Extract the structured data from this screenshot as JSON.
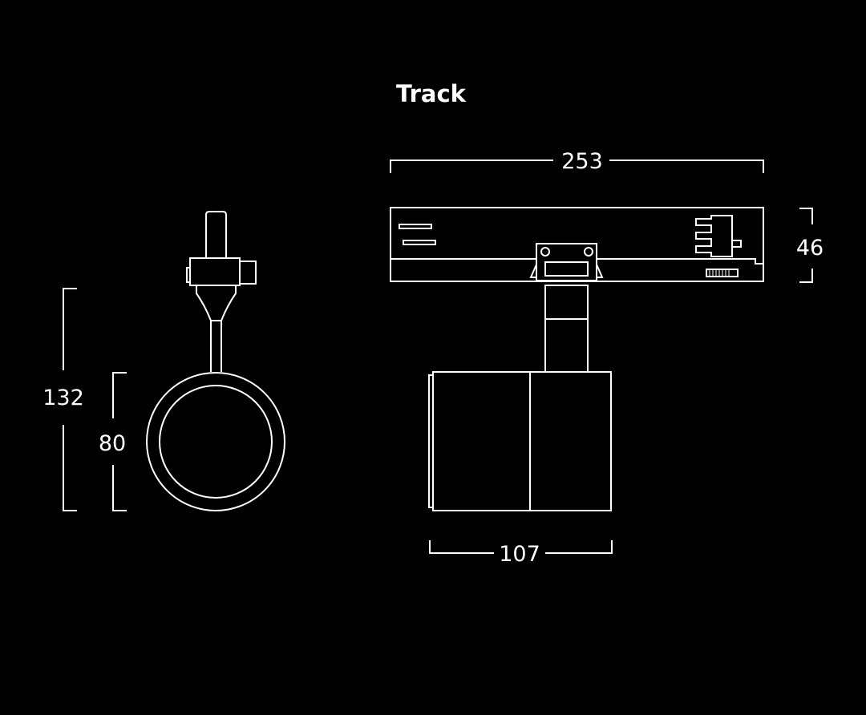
{
  "title": "Track",
  "dimensions": {
    "track_length": "253",
    "track_height": "46",
    "body_width": "107",
    "overall_height": "132",
    "body_diameter": "80"
  },
  "colors": {
    "background": "#000000",
    "line": "#ffffff"
  }
}
